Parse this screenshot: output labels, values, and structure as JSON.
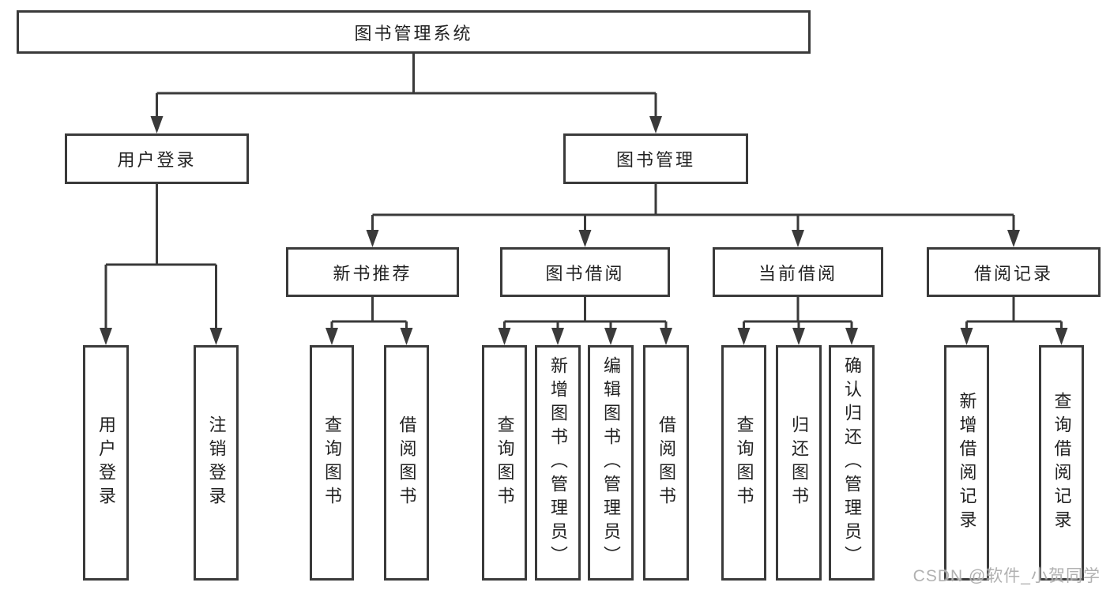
{
  "tree": {
    "root": "图书管理系统",
    "branches": [
      {
        "label": "用户登录",
        "children": [
          "用户登录",
          "注销登录"
        ]
      },
      {
        "label": "图书管理",
        "groups": [
          {
            "label": "新书推荐",
            "children": [
              "查询图书",
              "借阅图书"
            ]
          },
          {
            "label": "图书借阅",
            "children": [
              "查询图书",
              "新增图书（管理员）",
              "编辑图书（管理员）",
              "借阅图书"
            ]
          },
          {
            "label": "当前借阅",
            "children": [
              "查询图书",
              "归还图书",
              "确认归还（管理员）"
            ]
          },
          {
            "label": "借阅记录",
            "children": [
              "新增借阅记录",
              "查询借阅记录"
            ]
          }
        ]
      }
    ]
  },
  "watermark": {
    "text": "CSDN @软件_小贺同学"
  },
  "colors": {
    "line": "#3a3a3a",
    "text": "#222222",
    "background": "#ffffff",
    "watermark": "#a8a8a8"
  }
}
